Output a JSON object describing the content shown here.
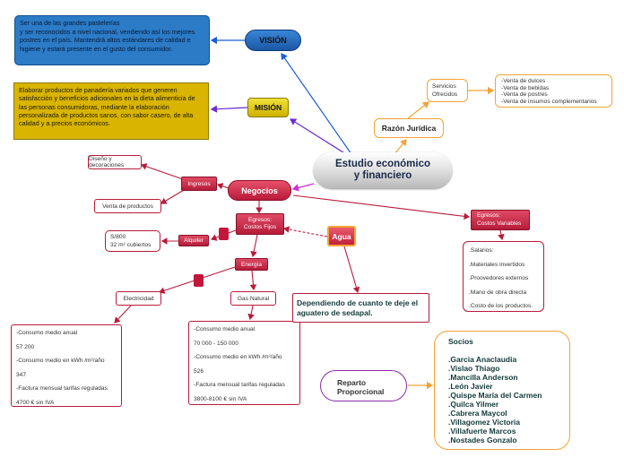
{
  "central": {
    "title": "Estudio económico\ny financiero"
  },
  "vision": {
    "label": "VISIÓN",
    "text": "Ser una de las grandes pastelerías\ny ser reconocidos a nivel nacional, vendiendo así los mejores postres en el país. Mantendrá altos estándares de calidad e higiene y estará presente en el gusto del consumidor."
  },
  "mision": {
    "label": "MISIÓN",
    "text": "Elaborar  productos de panadería variados que generen satisfacción y beneficios adicionales en la dieta alimenticia de las personas consumidoras, mediante la elaboración personalizada de productos sanos,  con sabor casero, de alta calidad y a precios económicos."
  },
  "razon_juridica": {
    "label": "Razón Jurídica",
    "servicios": "Servicios\nOfrecidos",
    "list": "-Venta de dulces\n-Venta de bebidas\n-Venta de postres\n-Venta de insumos complementarios"
  },
  "negocios": {
    "label": "Negocios",
    "ingresos": {
      "label": "Ingresos",
      "items": [
        "Diseño y decoraciones",
        "Venta de productos"
      ]
    },
    "egresos_fijos": {
      "label": "Egresos:\nCostos Fijos",
      "alquiler": {
        "label": "Alquiler",
        "detail": "S/800\n32 m² cubiertos"
      },
      "energia": {
        "label": "Energía",
        "electricidad": {
          "label": "Electricidad",
          "details": "-Consumo medio anual\n57 200\n-Consumo medio en kWh /m²/año\n347\n-Factura mensual tarifas reguladas\n4700 € sin IVA"
        },
        "gas": {
          "label": "Gas Natural",
          "details": "-Consumo medio anual\n70 000 - 150 000\n-Consumo medio en kWh /m²/año\n526\n-Factura mensual tarifas reguladas\n3800-8100 € sin IVA"
        }
      }
    },
    "agua": {
      "label": "Agua",
      "note": "Dependiendo de cuanto te deje el aguatero de sedapal."
    },
    "egresos_variables": {
      "label": "Egresos:\nCostos Variables",
      "details": ".Salarios:\n.Materiales invertidos\n.Proovedores externos\n.Mano de obra directa\n.Costo de los productos."
    }
  },
  "reparto": {
    "label": "Reparto\nProporcional",
    "socios_title": "Socios",
    "socios": [
      ".Garcia Anaclaudia",
      ".Vislao Thiago",
      ".Mancilla Anderson",
      ".León Javier",
      ".Quispe María del Carmen",
      ".Quilca Yilmer",
      ".Cabrera Maycol",
      ".Villagomez Victoria",
      ".Villafuerte Marcos",
      ".Nostades Gonzalo"
    ]
  },
  "colors": {
    "vision": "#2b7bc7",
    "mision": "#d9b400",
    "negocios": "#c2163a",
    "razon": "#f4a335",
    "reparto": "#8a2ba8"
  }
}
